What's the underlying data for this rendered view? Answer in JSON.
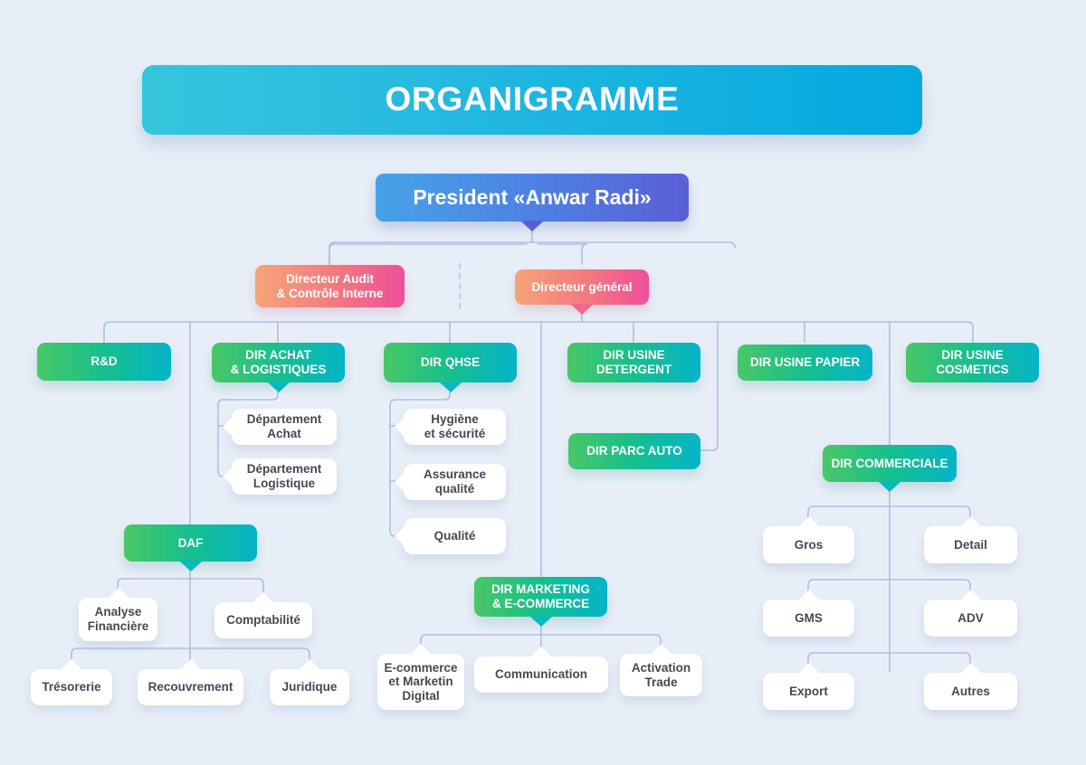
{
  "background_color": "#e8eef7",
  "banner": {
    "title": "ORGANIGRAMME",
    "color_from": "#35c6dd",
    "color_to": "#03a9e0"
  },
  "president": {
    "label": "President «Anwar Radi»",
    "color_from": "#46a3e7",
    "color_to": "#5a5fd6"
  },
  "directors": {
    "color_from": "#f6a479",
    "color_to": "#ef4f9b",
    "audit_line1": "Directeur Audit",
    "audit_line2": "& Contrôle Interne",
    "general": "Directeur général"
  },
  "divisions": {
    "color_from": "#4ac766",
    "color_to": "#06b4c9",
    "rd": "R&D",
    "achat_line1": "DIR ACHAT",
    "achat_line2": "& LOGISTIQUES",
    "qhse": "DIR QHSE",
    "usine_detergent_line1": "DIR USINE",
    "usine_detergent_line2": "DETERGENT",
    "usine_papier": "DIR USINE PAPIER",
    "usine_cosmetics_line1": "DIR USINE",
    "usine_cosmetics_line2": "COSMETICS",
    "parc_auto": "DIR PARC AUTO",
    "daf": "DAF",
    "marketing_line1": "DIR MARKETING",
    "marketing_line2": "& E-COMMERCE",
    "commerciale": "DIR COMMERCIALE"
  },
  "achat_children": [
    {
      "line1": "Département",
      "line2": "Achat"
    },
    {
      "line1": "Département",
      "line2": "Logistique"
    }
  ],
  "qhse_children": [
    {
      "line1": "Hygiène",
      "line2": "et sécurité"
    },
    {
      "line1": "Assurance",
      "line2": "qualité"
    },
    {
      "line1": "Qualité",
      "line2": ""
    }
  ],
  "daf_children": [
    {
      "line1": "Analyse",
      "line2": "Financière"
    },
    {
      "line1": "Comptabilité",
      "line2": ""
    },
    {
      "line1": "Trésorerie",
      "line2": ""
    },
    {
      "line1": "Recouvrement",
      "line2": ""
    },
    {
      "line1": "Juridique",
      "line2": ""
    }
  ],
  "marketing_children": [
    {
      "line1": "E-commerce",
      "line2": "et Marketin",
      "line3": "Digital"
    },
    {
      "line1": "Communication",
      "line2": ""
    },
    {
      "line1": "Activation",
      "line2": "Trade"
    }
  ],
  "commerciale_children": [
    {
      "line1": "Gros",
      "line2": ""
    },
    {
      "line1": "Detail",
      "line2": ""
    },
    {
      "line1": "GMS",
      "line2": ""
    },
    {
      "line1": "ADV",
      "line2": ""
    },
    {
      "line1": "Export",
      "line2": ""
    },
    {
      "line1": "Autres",
      "line2": ""
    }
  ],
  "connector_color": "#aebfe0"
}
